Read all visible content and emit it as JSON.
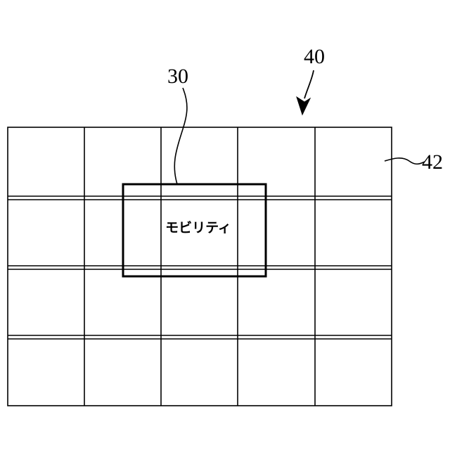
{
  "labels": {
    "grid_ref": "40",
    "border_ref": "42",
    "object_ref": "30",
    "object_text": "モビリティ"
  },
  "grid": {
    "columns": 5,
    "rows": 4
  },
  "colors": {
    "line": "#000000",
    "background": "#ffffff"
  }
}
